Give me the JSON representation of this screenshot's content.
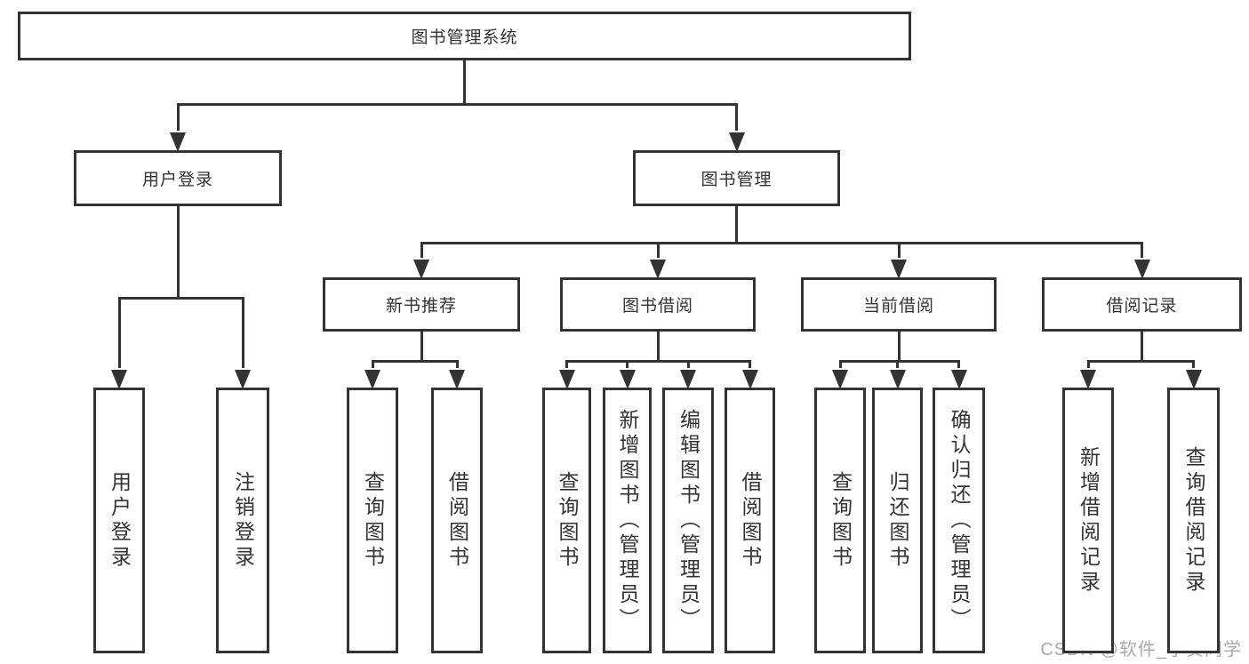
{
  "title": "图书管理系统",
  "nodes": [
    {
      "id": "root",
      "label": "图书管理系统"
    },
    {
      "id": "user-login",
      "label": "用户登录"
    },
    {
      "id": "book-mgmt",
      "label": "图书管理"
    },
    {
      "id": "new-book-rec",
      "label": "新书推荐"
    },
    {
      "id": "book-borrow",
      "label": "图书借阅"
    },
    {
      "id": "current-borrow",
      "label": "当前借阅"
    },
    {
      "id": "borrow-record",
      "label": "借阅记录"
    },
    {
      "id": "leaf-user-login",
      "label": "用户登录"
    },
    {
      "id": "leaf-logout",
      "label": "注销登录"
    },
    {
      "id": "leaf-query-book-1",
      "label": "查询图书"
    },
    {
      "id": "leaf-borrow-book-1",
      "label": "借阅图书"
    },
    {
      "id": "leaf-query-book-2",
      "label": "查询图书"
    },
    {
      "id": "leaf-add-book",
      "label": "新增图书（管理员）"
    },
    {
      "id": "leaf-edit-book",
      "label": "编辑图书（管理员）"
    },
    {
      "id": "leaf-borrow-book-2",
      "label": "借阅图书"
    },
    {
      "id": "leaf-query-book-3",
      "label": "查询图书"
    },
    {
      "id": "leaf-return-book",
      "label": "归还图书"
    },
    {
      "id": "leaf-confirm-return",
      "label": "确认归还（管理员）"
    },
    {
      "id": "leaf-add-record",
      "label": "新增借阅记录"
    },
    {
      "id": "leaf-query-record",
      "label": "查询借阅记录"
    }
  ],
  "edges": [
    {
      "from": "root",
      "to": [
        "user-login",
        "book-mgmt"
      ]
    },
    {
      "from": "user-login",
      "to": [
        "leaf-user-login",
        "leaf-logout"
      ]
    },
    {
      "from": "book-mgmt",
      "to": [
        "new-book-rec",
        "book-borrow",
        "current-borrow",
        "borrow-record"
      ]
    },
    {
      "from": "new-book-rec",
      "to": [
        "leaf-query-book-1",
        "leaf-borrow-book-1"
      ]
    },
    {
      "from": "book-borrow",
      "to": [
        "leaf-query-book-2",
        "leaf-add-book",
        "leaf-edit-book",
        "leaf-borrow-book-2"
      ]
    },
    {
      "from": "current-borrow",
      "to": [
        "leaf-query-book-3",
        "leaf-return-book",
        "leaf-confirm-return"
      ]
    },
    {
      "from": "borrow-record",
      "to": [
        "leaf-add-record",
        "leaf-query-record"
      ]
    }
  ],
  "watermark": "CSDN @软件_小贺同学",
  "colors": {
    "line": "#333333",
    "text": "#333333",
    "watermark": "#aaaaaa",
    "background": "#ffffff"
  }
}
